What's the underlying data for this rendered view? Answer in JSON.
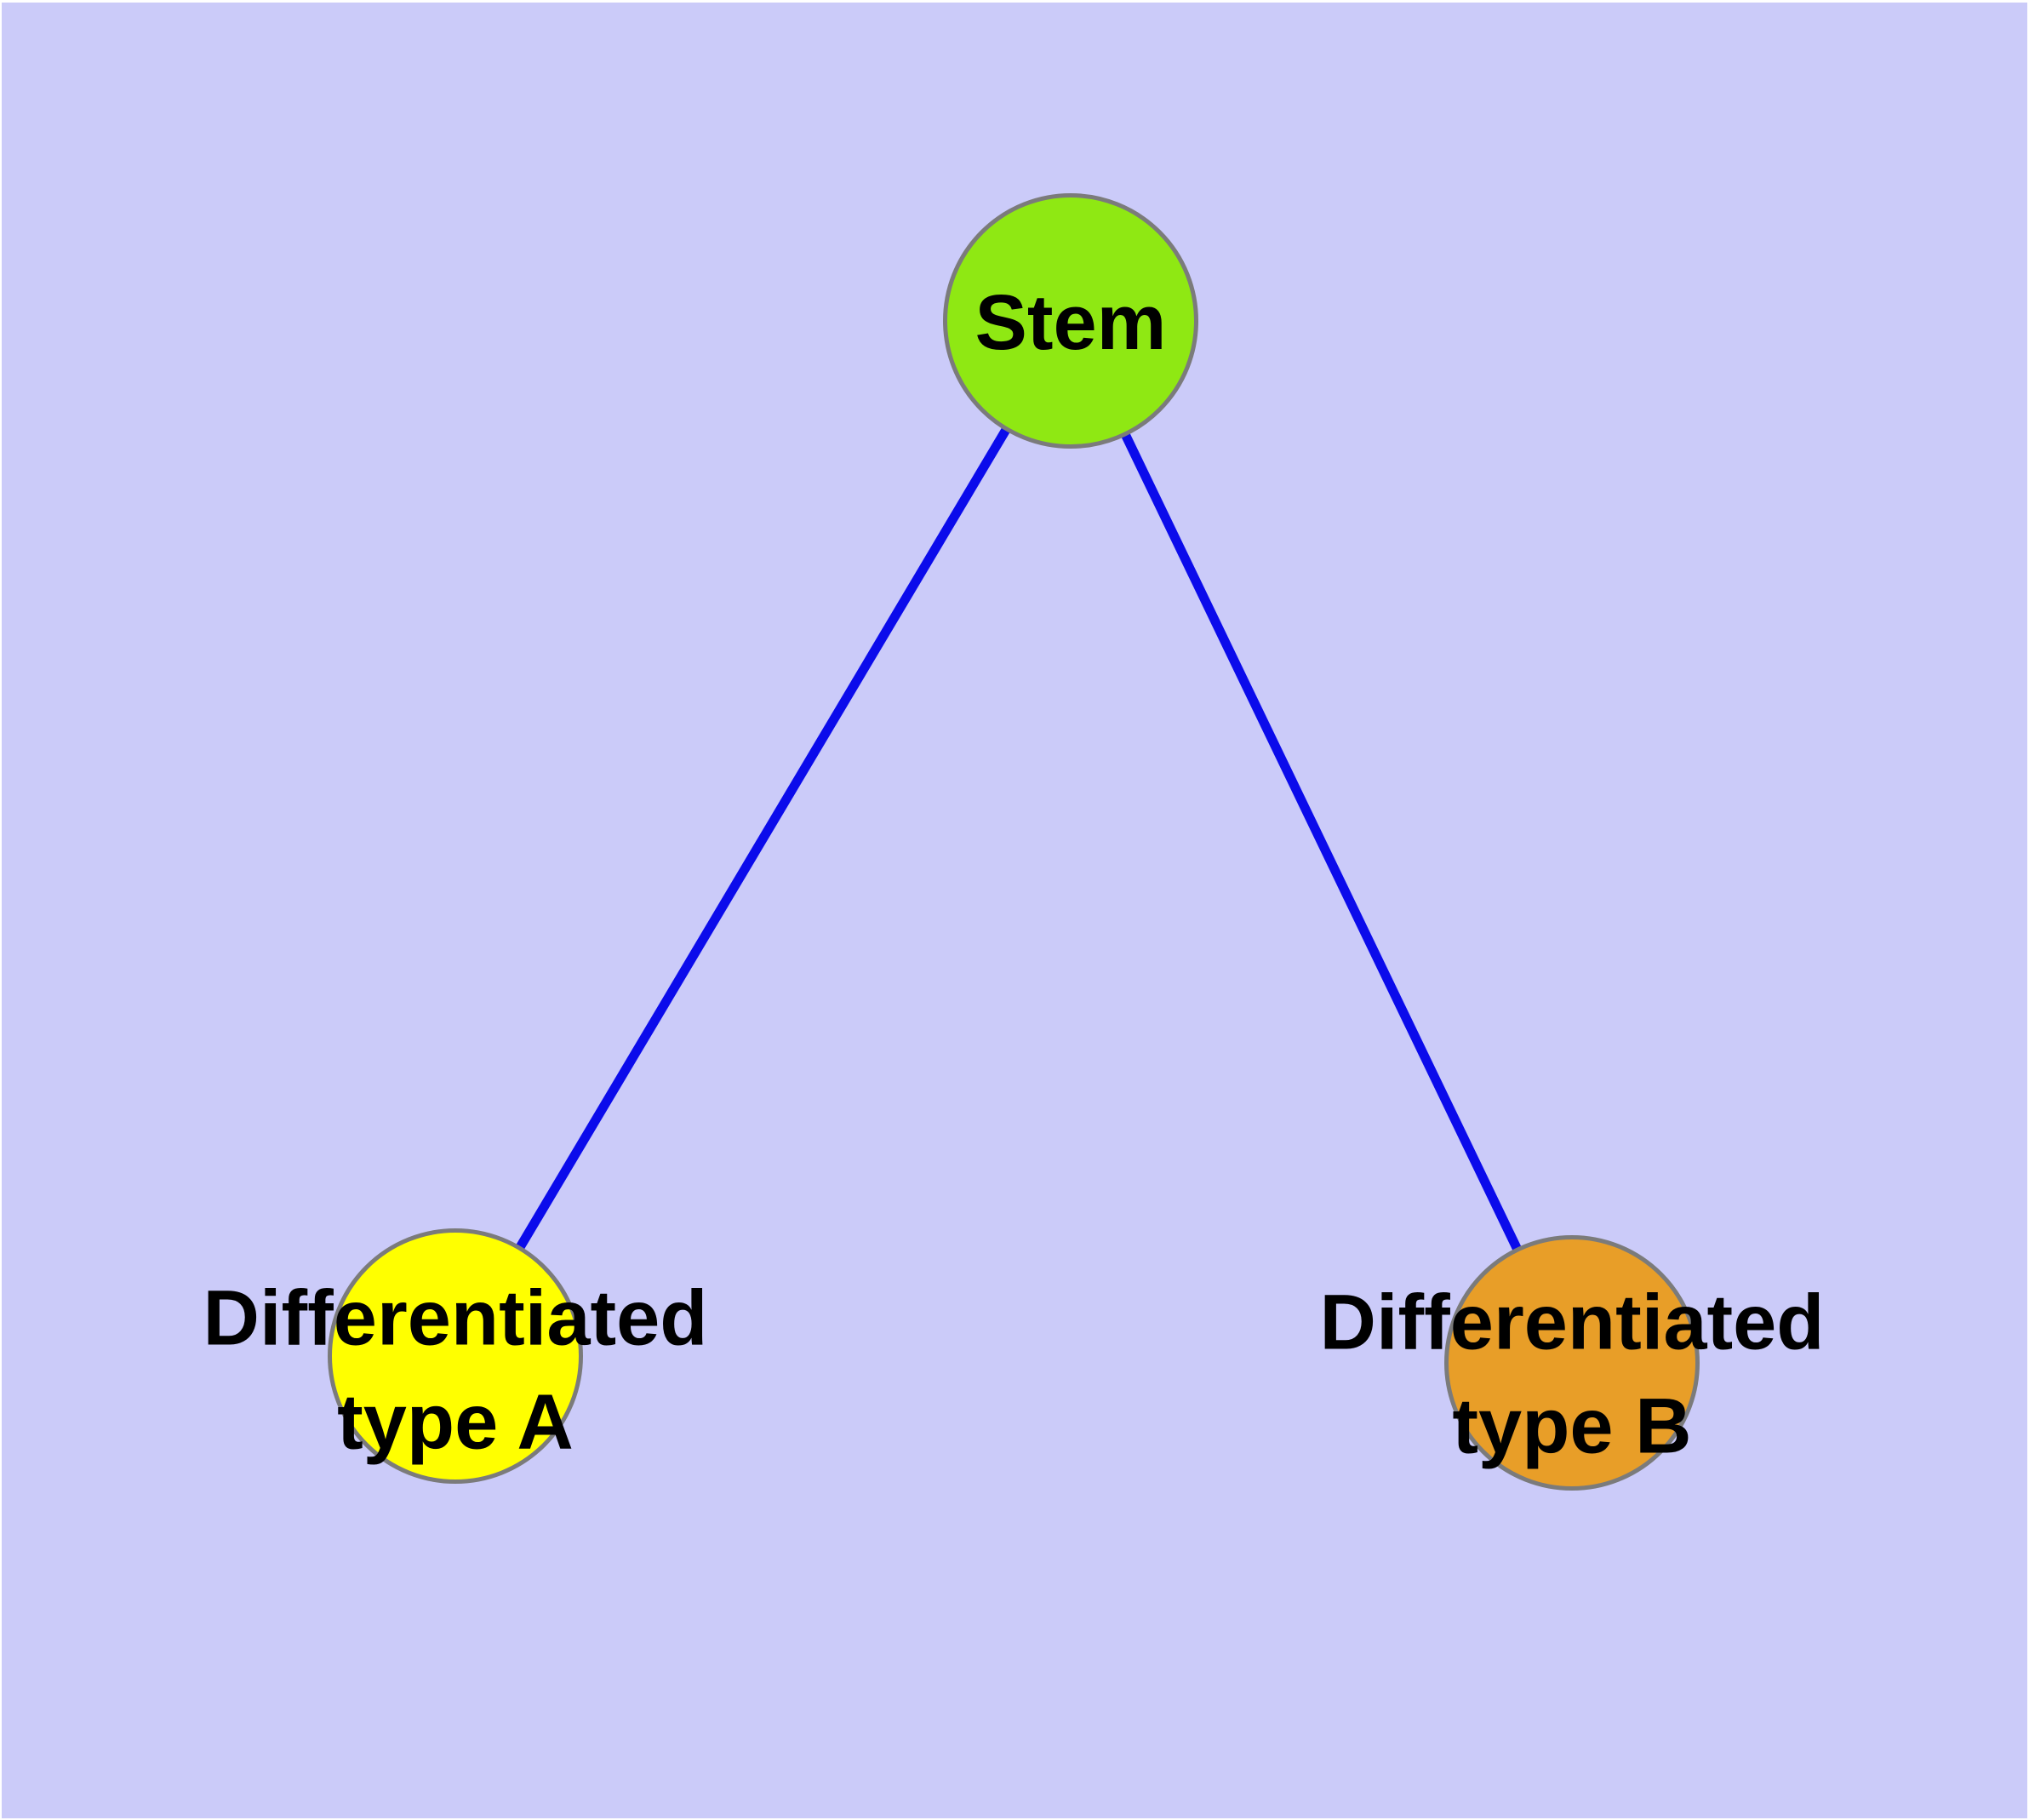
{
  "diagram": {
    "title": "stem-cell-differentiation-graph",
    "background_color": "#cbcbf9",
    "edge_color": "#0b0beb",
    "node_frame_color": "#7b7b7b",
    "label_color": "#000000",
    "nodes": [
      {
        "id": "stem",
        "label": "Stem",
        "label_line1": "Stem",
        "label_line2": "",
        "color": "#8fe813"
      },
      {
        "id": "type-a",
        "label": "Differentiated type A",
        "label_line1": "Differentiated",
        "label_line2": "type A",
        "color": "#ffff00"
      },
      {
        "id": "type-b",
        "label": "Differentiated type B",
        "label_line1": "Differentiated",
        "label_line2": "type B",
        "color": "#e89e28"
      }
    ],
    "edges": [
      {
        "from": "Stem",
        "to": "Differentiated type A"
      },
      {
        "from": "Stem",
        "to": "Differentiated type B"
      }
    ]
  }
}
